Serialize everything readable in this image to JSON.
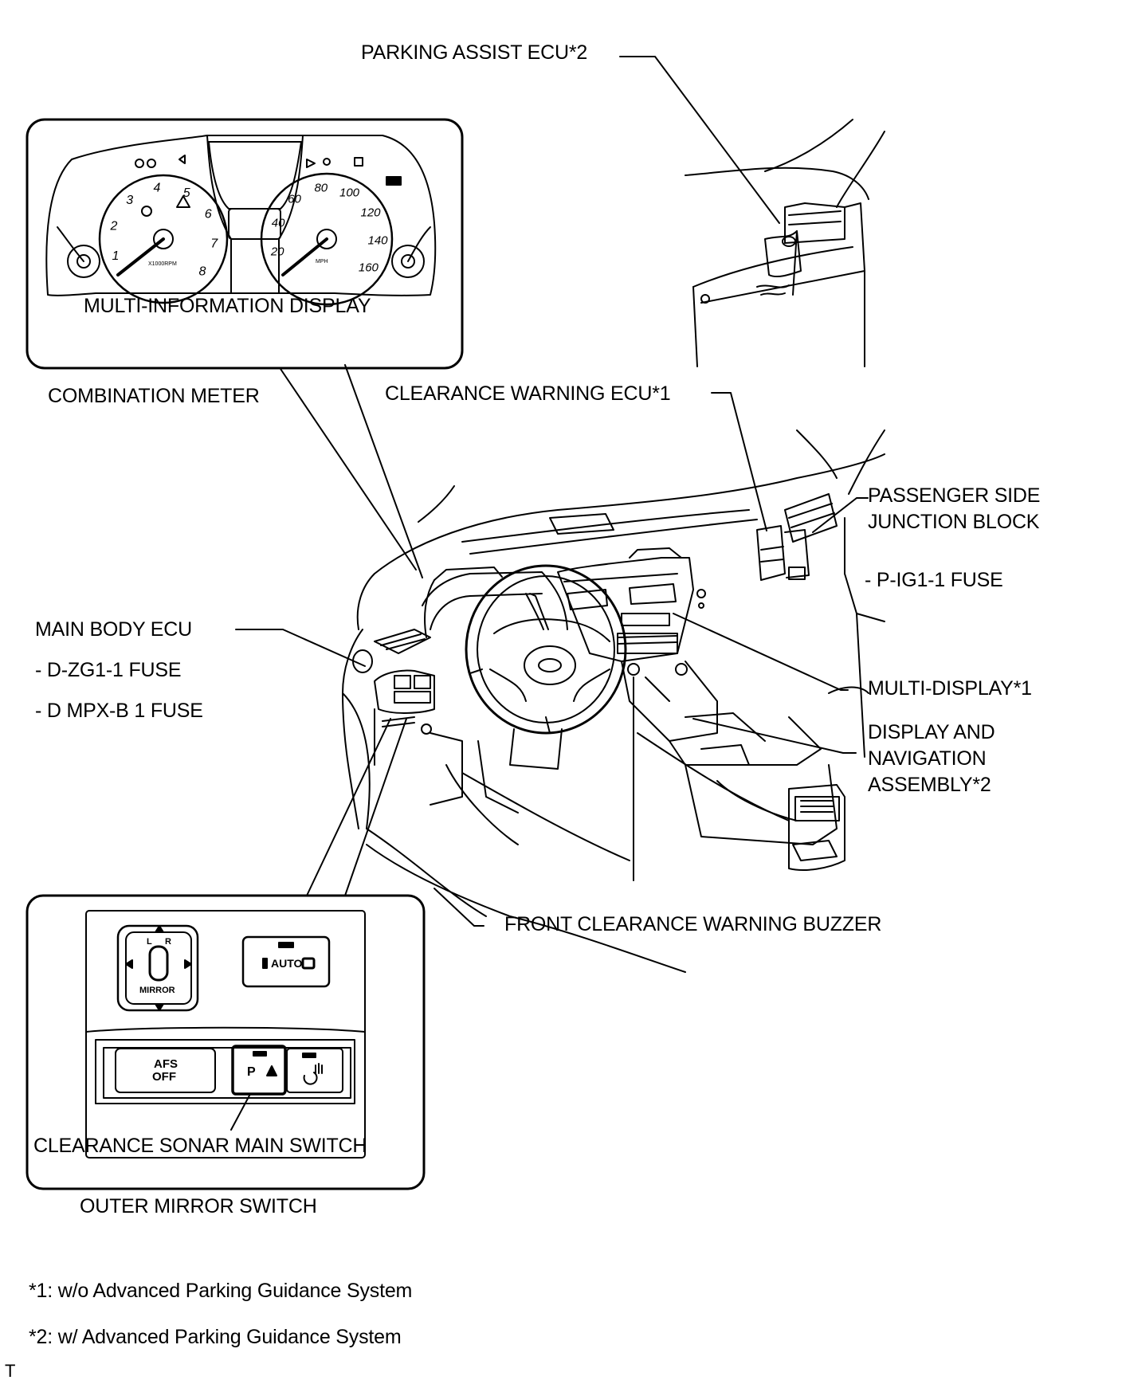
{
  "labels": {
    "parking_assist_ecu": "PARKING ASSIST ECU*2",
    "multi_information_display": "MULTI-INFORMATION DISPLAY",
    "combination_meter": "COMBINATION METER",
    "clearance_warning_ecu": "CLEARANCE WARNING ECU*1",
    "passenger_side_junction_block": "PASSENGER SIDE\nJUNCTION BLOCK",
    "p_ig1_1_fuse": "- P-IG1-1 FUSE",
    "main_body_ecu": "MAIN BODY ECU",
    "d_zg1_1_fuse": "- D-ZG1-1 FUSE",
    "d_mpx_b1_fuse": "- D MPX-B 1 FUSE",
    "multi_display": "MULTI-DISPLAY*1",
    "display_navigation_assembly": "DISPLAY AND\nNAVIGATION\nASSEMBLY*2",
    "front_clearance_warning_buzzer": "FRONT CLEARANCE WARNING BUZZER",
    "clearance_sonar_main_switch": "CLEARANCE SONAR MAIN SWITCH",
    "outer_mirror_switch": "OUTER MIRROR SWITCH"
  },
  "switch_panel": {
    "mirror_l": "L",
    "mirror_r": "R",
    "mirror_label": "MIRROR",
    "auto_label": "AUTO",
    "afs_label_1": "AFS",
    "afs_label_2": "OFF",
    "sonar_label": "P"
  },
  "gauges": {
    "tacho_numbers": [
      "1",
      "2",
      "3",
      "4",
      "5",
      "6",
      "7",
      "8"
    ],
    "tacho_unit": "X1000RPM",
    "speedo_numbers": [
      "20",
      "40",
      "60",
      "80",
      "100",
      "120",
      "140",
      "160"
    ],
    "speedo_unit": "MPH"
  },
  "footnotes": {
    "note1": "*1: w/o Advanced Parking Guidance System",
    "note2": "*2: w/ Advanced Parking Guidance System"
  },
  "corner_mark": "T"
}
